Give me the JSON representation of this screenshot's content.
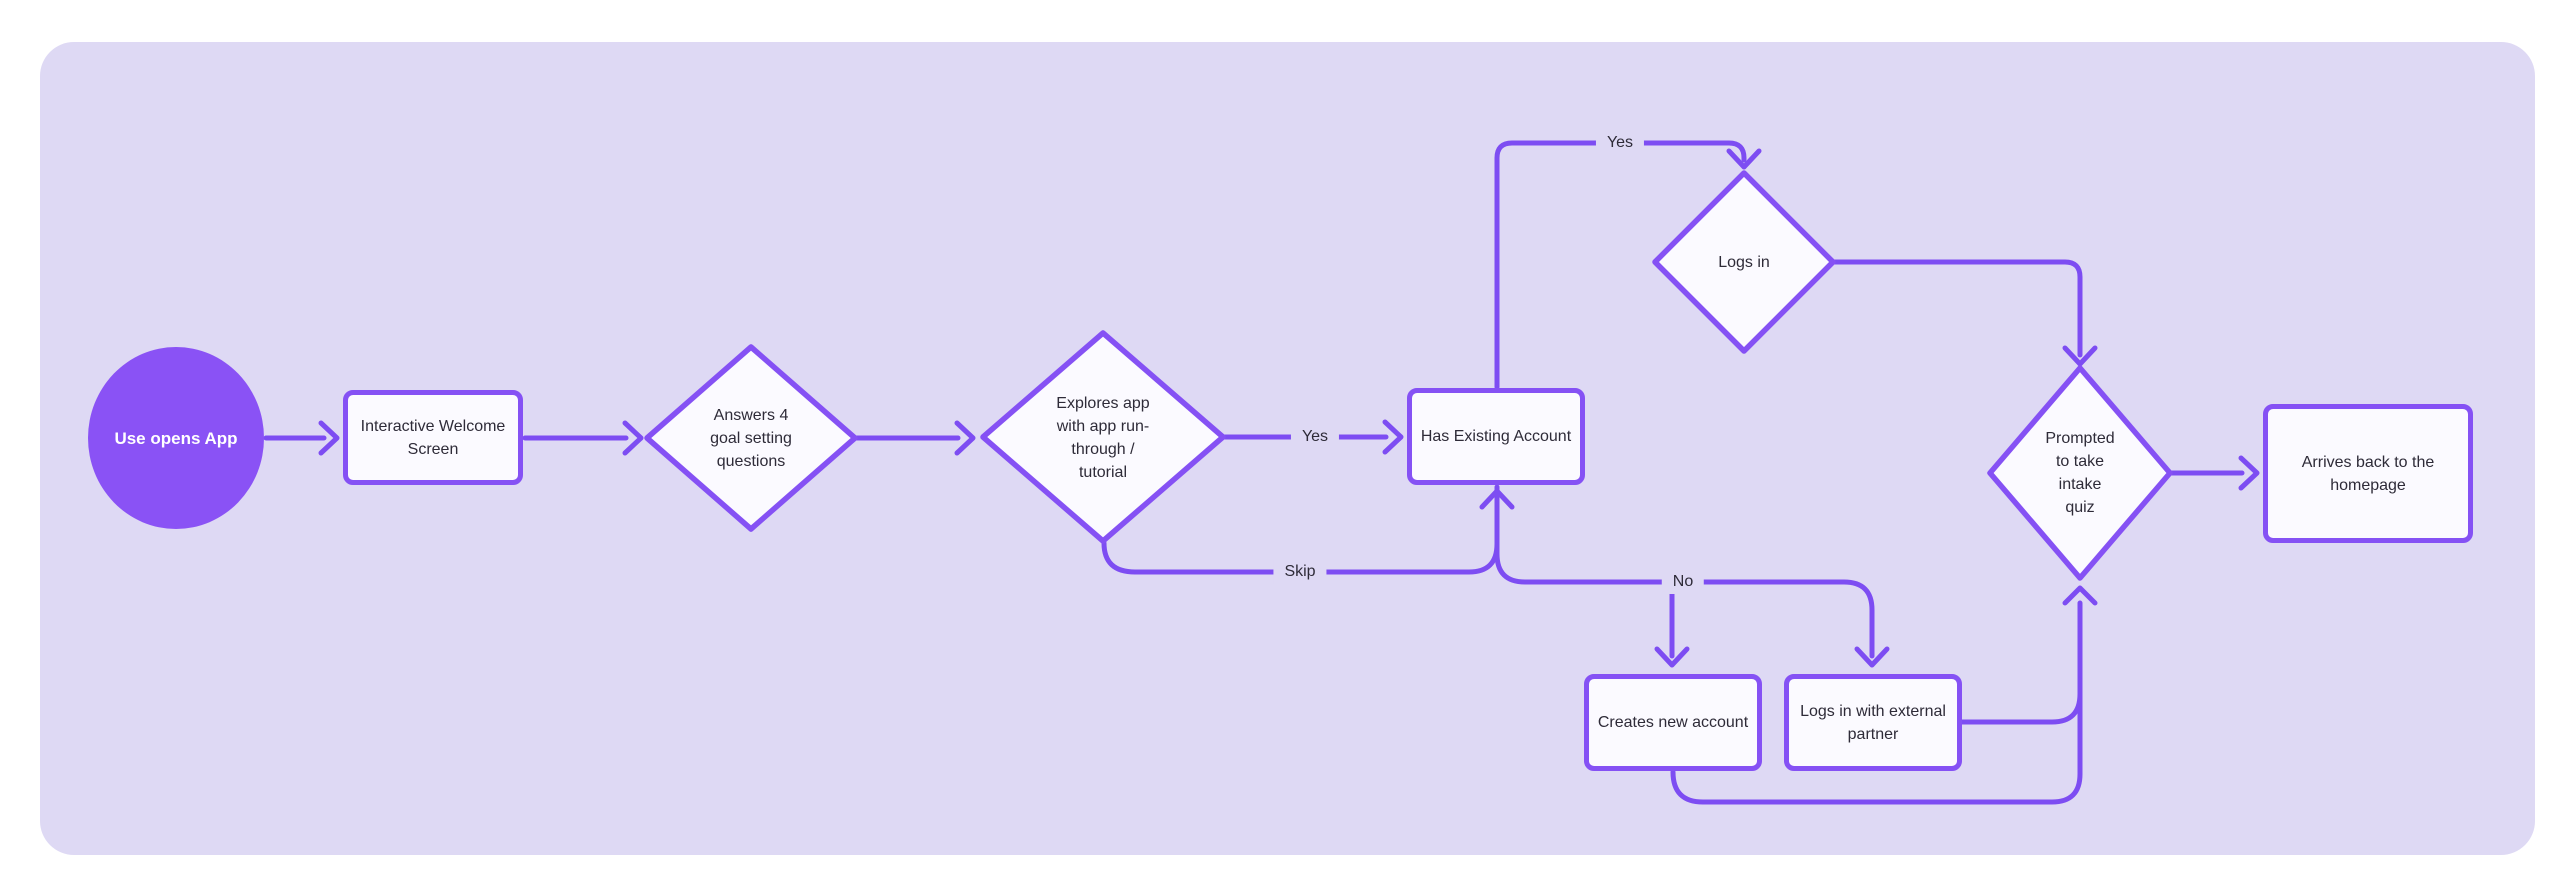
{
  "colors": {
    "page_bg": "#ffffff",
    "panel_bg": "#ded9f4",
    "line": "#7d4df2",
    "node_border": "#8551f4",
    "node_fill": "#fbfaff",
    "ink": "#2e2b38",
    "start_fill": "#8a52f5",
    "start_text": "#ffffff"
  },
  "diagram": {
    "nodes": {
      "start": {
        "type": "start",
        "label": "Use opens App"
      },
      "welcome": {
        "type": "process",
        "label": "Interactive Welcome\nScreen"
      },
      "goal_questions": {
        "type": "decision",
        "label": "Answers 4\ngoal setting\nquestions"
      },
      "explore": {
        "type": "decision",
        "label": "Explores app\nwith app run-\nthrough /\ntutorial"
      },
      "has_account": {
        "type": "process",
        "label": "Has Existing Account"
      },
      "logs_in": {
        "type": "decision",
        "label": "Logs in"
      },
      "intake_quiz": {
        "type": "decision",
        "label": "Prompted\nto take\nintake\nquiz"
      },
      "homepage": {
        "type": "process",
        "label": "Arrives back to the\nhomepage"
      },
      "new_account": {
        "type": "process",
        "label": "Creates new account"
      },
      "external_partner": {
        "type": "process",
        "label": "Logs in with external\npartner"
      }
    },
    "edge_labels": {
      "explore_yes": "Yes",
      "account_yes": "Yes",
      "explore_skip": "Skip",
      "account_no": "No"
    }
  }
}
